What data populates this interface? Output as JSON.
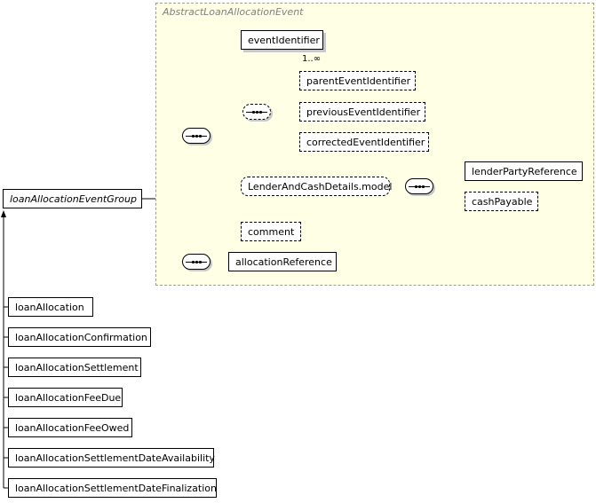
{
  "group": {
    "title": "AbstractLoanAllocationEvent"
  },
  "root": {
    "label": "loanAllocationEventGroup"
  },
  "sequence_elements": {
    "event_identifier": "eventIdentifier",
    "event_identifier_multiplicity": "1..∞",
    "parent_event_identifier": "parentEventIdentifier",
    "previous_event_identifier": "previousEventIdentifier",
    "corrected_event_identifier": "correctedEventIdentifier",
    "lender_and_cash_details_model": "LenderAndCashDetails.model",
    "lender_party_reference": "lenderPartyReference",
    "cash_payable": "cashPayable",
    "comment": "comment",
    "allocation_reference": "allocationReference"
  },
  "substitutions": [
    "loanAllocation",
    "loanAllocationConfirmation",
    "loanAllocationSettlement",
    "loanAllocationFeeDue",
    "loanAllocationFeeOwed",
    "loanAllocationSettlementDateAvailability",
    "loanAllocationSettlementDateFinalization"
  ]
}
